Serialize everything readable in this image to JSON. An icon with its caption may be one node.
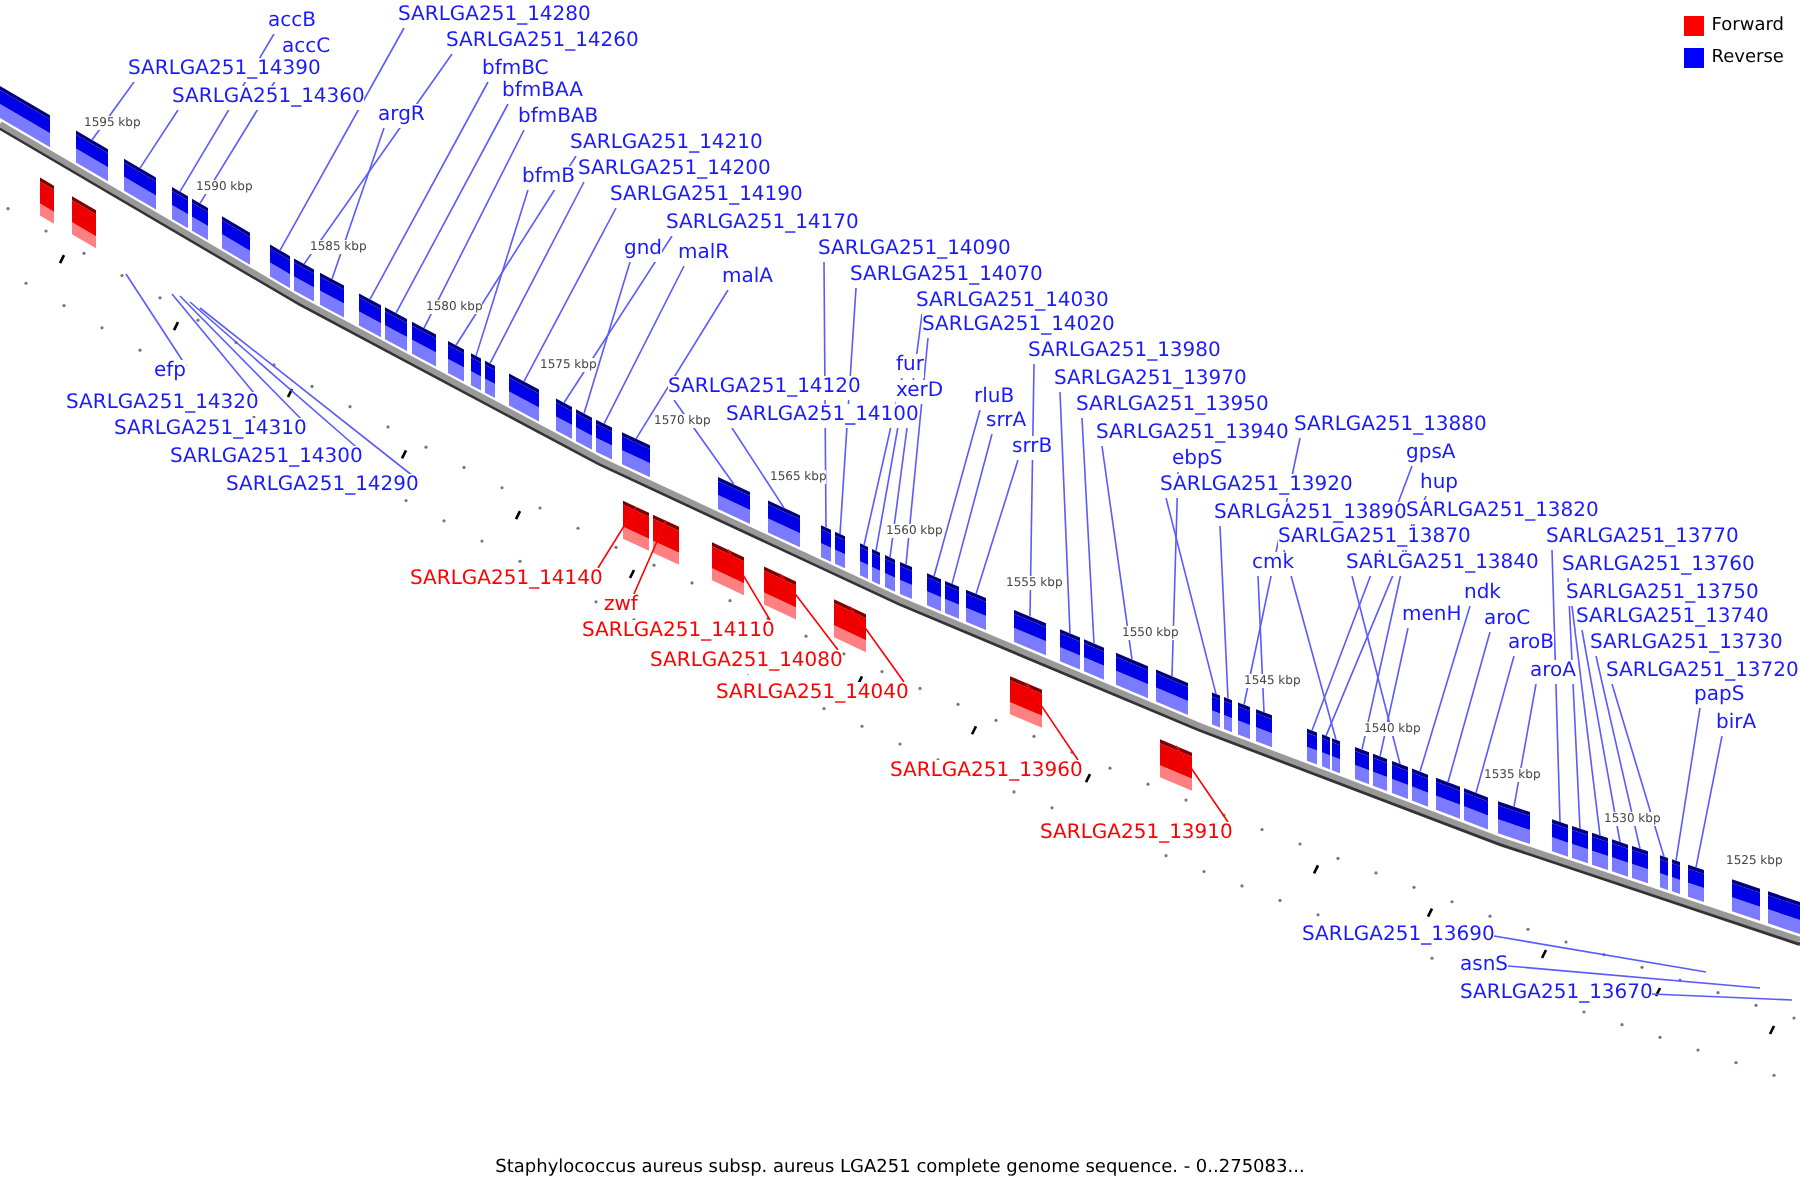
{
  "diagram": {
    "caption": "Staphylococcus aureus subsp. aureus LGA251 complete genome sequence. - 0..275083...",
    "nodes": [
      {
        "text": [
          "accB"
        ]
      },
      {
        "text": [
          "accC"
        ]
      },
      {
        "text": [
          "SARLGA251_14390"
        ]
      },
      {
        "text": [
          "SARLGA251_14360"
        ]
      },
      {
        "text": [
          "SARLGA251_14280"
        ]
      },
      {
        "text": [
          "SARLGA251_14260"
        ]
      },
      {
        "text": [
          "argR"
        ]
      },
      {
        "text": [
          "bfmBC"
        ]
      },
      {
        "text": [
          "bfmBAA"
        ]
      },
      {
        "text": [
          "bfmBAB"
        ]
      },
      {
        "text": [
          "bfmB"
        ]
      },
      {
        "text": [
          "SARLGA251_14210"
        ]
      },
      {
        "text": [
          "SARLGA251_14200"
        ]
      },
      {
        "text": [
          "SARLGA251_14190"
        ]
      },
      {
        "text": [
          "SARLGA251_14170"
        ]
      },
      {
        "text": [
          "gnd"
        ]
      },
      {
        "text": [
          "malR"
        ]
      },
      {
        "text": [
          "malA"
        ]
      },
      {
        "text": [
          "SARLGA251_14120"
        ]
      },
      {
        "text": [
          "SARLGA251_14100"
        ]
      },
      {
        "text": [
          "SARLGA251_14090"
        ]
      },
      {
        "text": [
          "SARLGA251_14070"
        ]
      },
      {
        "text": [
          "SARLGA251_14030"
        ]
      },
      {
        "text": [
          "SARLGA251_14020"
        ]
      },
      {
        "text": [
          "fur"
        ]
      },
      {
        "text": [
          "xerD"
        ]
      },
      {
        "text": [
          "rluB"
        ]
      },
      {
        "text": [
          "srrA"
        ]
      },
      {
        "text": [
          "srrB"
        ]
      },
      {
        "text": [
          "SARLGA251_13980"
        ]
      },
      {
        "text": [
          "SARLGA251_13970"
        ]
      },
      {
        "text": [
          "SARLGA251_13950"
        ]
      },
      {
        "text": [
          "SARLGA251_13940"
        ]
      },
      {
        "text": [
          "ebpS"
        ]
      },
      {
        "text": [
          "SARLGA251_13920"
        ]
      },
      {
        "text": [
          "SARLGA251_13880"
        ]
      },
      {
        "text": [
          "SARLGA251_13890"
        ]
      },
      {
        "text": [
          "cmk"
        ]
      },
      {
        "text": [
          "gpsA"
        ]
      },
      {
        "text": [
          "hup"
        ]
      },
      {
        "text": [
          "SARLGA251_13820"
        ]
      },
      {
        "text": [
          "SARLGA251_13870"
        ]
      },
      {
        "text": [
          "SARLGA251_13840"
        ]
      },
      {
        "text": [
          "ndk"
        ]
      },
      {
        "text": [
          "menH"
        ]
      },
      {
        "text": [
          "aroC"
        ]
      },
      {
        "text": [
          "aroB"
        ]
      },
      {
        "text": [
          "aroA"
        ]
      },
      {
        "text": [
          "SARLGA251_13770"
        ]
      },
      {
        "text": [
          "SARLGA251_13760"
        ]
      },
      {
        "text": [
          "SARLGA251_13750"
        ]
      },
      {
        "text": [
          "SARLGA251_13740"
        ]
      },
      {
        "text": [
          "SARLGA251_13730"
        ]
      },
      {
        "text": [
          "SARLGA251_13720"
        ]
      },
      {
        "text": [
          "papS"
        ]
      },
      {
        "text": [
          "birA"
        ]
      },
      {
        "text": [
          "efp"
        ]
      },
      {
        "text": [
          "SARLGA251_14320"
        ]
      },
      {
        "text": [
          "SARLGA251_14310"
        ]
      },
      {
        "text": [
          "SARLGA251_14300"
        ]
      },
      {
        "text": [
          "SARLGA251_14290"
        ]
      },
      {
        "text": [
          "SARLGA251_13690"
        ]
      },
      {
        "text": [
          "asnS"
        ]
      },
      {
        "text": [
          "SARLGA251_13670"
        ]
      },
      {
        "text": [
          "SARLGA251_14140"
        ]
      },
      {
        "text": [
          "zwf"
        ]
      },
      {
        "text": [
          "SARLGA251_14110"
        ]
      },
      {
        "text": [
          "SARLGA251_14080"
        ]
      },
      {
        "text": [
          "SARLGA251_14040"
        ]
      },
      {
        "text": [
          "SARLGA251_13960"
        ]
      },
      {
        "text": [
          "SARLGA251_13910"
        ]
      },
      {
        "text": [],
        "shape": "box"
      },
      {
        "text": [],
        "shape": "box"
      },
      {
        "text": [],
        "shape": "box"
      },
      {
        "text": [],
        "shape": "box"
      },
      {
        "text": [],
        "shape": "box"
      },
      {
        "text": [],
        "shape": "box"
      },
      {
        "text": [],
        "shape": "box"
      },
      {
        "text": [],
        "shape": "box"
      },
      {
        "text": [],
        "shape": "box"
      },
      {
        "text": [],
        "shape": "box"
      },
      {
        "text": [],
        "shape": "box"
      },
      {
        "text": [],
        "shape": "box"
      },
      {
        "text": [],
        "shape": "box"
      },
      {
        "text": [],
        "shape": "box"
      },
      {
        "text": [],
        "shape": "box"
      },
      {
        "text": [],
        "shape": "box"
      },
      {
        "text": [],
        "shape": "box"
      },
      {
        "text": [],
        "shape": "box"
      },
      {
        "text": [],
        "shape": "box"
      },
      {
        "text": [],
        "shape": "box"
      },
      {
        "text": [],
        "shape": "box"
      },
      {
        "text": [],
        "shape": "box"
      },
      {
        "text": [],
        "shape": "box"
      },
      {
        "text": [],
        "shape": "box"
      },
      {
        "text": [],
        "shape": "box"
      },
      {
        "text": [],
        "shape": "box"
      },
      {
        "text": [],
        "shape": "box"
      },
      {
        "text": [],
        "shape": "box"
      },
      {
        "text": [],
        "shape": "box"
      },
      {
        "text": [],
        "shape": "box"
      },
      {
        "text": [],
        "shape": "box"
      },
      {
        "text": [],
        "shape": "box"
      },
      {
        "text": [],
        "shape": "box"
      },
      {
        "text": [],
        "shape": "box"
      },
      {
        "text": [],
        "shape": "box"
      },
      {
        "text": [],
        "shape": "box"
      },
      {
        "text": [],
        "shape": "box"
      },
      {
        "text": [],
        "shape": "box"
      },
      {
        "text": [],
        "shape": "box"
      },
      {
        "text": [],
        "shape": "box"
      },
      {
        "text": [],
        "shape": "box"
      },
      {
        "text": [],
        "shape": "box"
      },
      {
        "text": [],
        "shape": "box"
      },
      {
        "text": [],
        "shape": "box"
      },
      {
        "text": [],
        "shape": "box"
      },
      {
        "text": [],
        "shape": "box"
      },
      {
        "text": [],
        "shape": "box"
      },
      {
        "text": [],
        "shape": "box"
      },
      {
        "text": [],
        "shape": "box"
      },
      {
        "text": [],
        "shape": "box"
      },
      {
        "text": [],
        "shape": "box"
      },
      {
        "text": [],
        "shape": "box"
      },
      {
        "text": [],
        "shape": "box"
      },
      {
        "text": [],
        "shape": "box"
      },
      {
        "text": [],
        "shape": "box"
      },
      {
        "text": [],
        "shape": "box"
      },
      {
        "text": [],
        "shape": "box"
      },
      {
        "text": [],
        "shape": "box"
      },
      {
        "text": [],
        "shape": "box"
      },
      {
        "text": [],
        "shape": "box"
      },
      {
        "text": [],
        "shape": "box"
      },
      {
        "text": [],
        "shape": "box"
      },
      {
        "text": [],
        "shape": "box"
      },
      {
        "text": [],
        "shape": "box"
      },
      {
        "text": [],
        "shape": "box"
      },
      {
        "text": [],
        "shape": "box"
      },
      {
        "text": [],
        "shape": "box"
      },
      {
        "text": [],
        "shape": "box"
      },
      {
        "text": [],
        "shape": "box"
      }
    ],
    "edges": [
      {
        "from": 0,
        "to": 73,
        "arrow": "none"
      },
      {
        "from": 1,
        "to": 74,
        "arrow": "none"
      },
      {
        "from": 2,
        "to": 71,
        "arrow": "none"
      },
      {
        "from": 3,
        "to": 72,
        "arrow": "none"
      },
      {
        "from": 4,
        "to": 75,
        "arrow": "none"
      },
      {
        "from": 5,
        "to": 76,
        "arrow": "none"
      },
      {
        "from": 6,
        "to": 77,
        "arrow": "none"
      },
      {
        "from": 7,
        "to": 78,
        "arrow": "none"
      },
      {
        "from": 8,
        "to": 79,
        "arrow": "none"
      },
      {
        "from": 9,
        "to": 80,
        "arrow": "none"
      },
      {
        "from": 10,
        "to": 82,
        "arrow": "none"
      },
      {
        "from": 11,
        "to": 81,
        "arrow": "none"
      },
      {
        "from": 12,
        "to": 83,
        "arrow": "none"
      },
      {
        "from": 13,
        "to": 84,
        "arrow": "none"
      },
      {
        "from": 14,
        "to": 85,
        "arrow": "none"
      },
      {
        "from": 15,
        "to": 86,
        "arrow": "none"
      },
      {
        "from": 16,
        "to": 87,
        "arrow": "none"
      },
      {
        "from": 17,
        "to": 88,
        "arrow": "none"
      },
      {
        "from": 18,
        "to": 92,
        "arrow": "none"
      },
      {
        "from": 19,
        "to": 94,
        "arrow": "none"
      },
      {
        "from": 20,
        "to": 95,
        "arrow": "none"
      },
      {
        "from": 21,
        "to": 96,
        "arrow": "none"
      },
      {
        "from": 22,
        "to": 100,
        "arrow": "none"
      },
      {
        "from": 23,
        "to": 101,
        "arrow": "none"
      },
      {
        "from": 24,
        "to": 98,
        "arrow": "none"
      },
      {
        "from": 25,
        "to": 99,
        "arrow": "none"
      },
      {
        "from": 26,
        "to": 102,
        "arrow": "none"
      },
      {
        "from": 27,
        "to": 103,
        "arrow": "none"
      },
      {
        "from": 28,
        "to": 104,
        "arrow": "none"
      },
      {
        "from": 29,
        "to": 106,
        "arrow": "none"
      },
      {
        "from": 30,
        "to": 107,
        "arrow": "none"
      },
      {
        "from": 31,
        "to": 108,
        "arrow": "none"
      },
      {
        "from": 32,
        "to": 109,
        "arrow": "none"
      },
      {
        "from": 33,
        "to": 110,
        "arrow": "none"
      },
      {
        "from": 34,
        "to": 112,
        "arrow": "none"
      },
      {
        "from": 35,
        "to": 114,
        "arrow": "none"
      },
      {
        "from": 36,
        "to": 113,
        "arrow": "none"
      },
      {
        "from": 37,
        "to": 115,
        "arrow": "none"
      },
      {
        "from": 38,
        "to": 116,
        "arrow": "none"
      },
      {
        "from": 39,
        "to": 117,
        "arrow": "none"
      },
      {
        "from": 40,
        "to": 119,
        "arrow": "none"
      },
      {
        "from": 41,
        "to": 118,
        "arrow": "none"
      },
      {
        "from": 42,
        "to": 121,
        "arrow": "none"
      },
      {
        "from": 43,
        "to": 122,
        "arrow": "none"
      },
      {
        "from": 44,
        "to": 120,
        "arrow": "none"
      },
      {
        "from": 45,
        "to": 123,
        "arrow": "none"
      },
      {
        "from": 46,
        "to": 124,
        "arrow": "none"
      },
      {
        "from": 47,
        "to": 125,
        "arrow": "none"
      },
      {
        "from": 48,
        "to": 126,
        "arrow": "none"
      },
      {
        "from": 49,
        "to": 127,
        "arrow": "none"
      },
      {
        "from": 50,
        "to": 128,
        "arrow": "none"
      },
      {
        "from": 51,
        "to": 129,
        "arrow": "none"
      },
      {
        "from": 52,
        "to": 130,
        "arrow": "none"
      },
      {
        "from": 53,
        "to": 131,
        "arrow": "none"
      },
      {
        "from": 54,
        "to": 132,
        "arrow": "none"
      },
      {
        "from": 55,
        "to": 133,
        "arrow": "none"
      },
      {
        "from": 56,
        "to": null,
        "arrow": "none"
      },
      {
        "from": 57,
        "to": null,
        "arrow": "none"
      },
      {
        "from": 58,
        "to": null,
        "arrow": "none"
      },
      {
        "from": 59,
        "to": null,
        "arrow": "none"
      },
      {
        "from": 60,
        "to": null,
        "arrow": "none"
      },
      {
        "from": 61,
        "to": null,
        "arrow": "none"
      },
      {
        "from": 62,
        "to": null,
        "arrow": "none"
      },
      {
        "from": 63,
        "to": null,
        "arrow": "none"
      },
      {
        "from": 64,
        "to": 89,
        "arrow": "none",
        "color": "#ff0000"
      },
      {
        "from": 65,
        "to": 90,
        "arrow": "none",
        "color": "#ff0000"
      },
      {
        "from": 66,
        "to": 91,
        "arrow": "none",
        "color": "#ff0000"
      },
      {
        "from": 67,
        "to": 93,
        "arrow": "none",
        "color": "#ff0000"
      },
      {
        "from": 68,
        "to": 97,
        "arrow": "none",
        "color": "#ff0000"
      },
      {
        "from": 69,
        "to": 105,
        "arrow": "none",
        "color": "#ff0000"
      },
      {
        "from": 70,
        "to": 111,
        "arrow": "none",
        "color": "#ff0000"
      }
    ],
    "labels": [
      "1595 kbp",
      "1590 kbp",
      "1585 kbp",
      "1580 kbp",
      "1575 kbp",
      "1570 kbp",
      "1565 kbp",
      "1560 kbp",
      "1555 kbp",
      "1550 kbp",
      "1545 kbp",
      "1540 kbp",
      "1535 kbp",
      "1530 kbp",
      "1525 kbp"
    ],
    "legend": [
      {
        "text": "Forward",
        "color": "#ff0000"
      },
      {
        "text": "Reverse",
        "color": "#0000ff"
      }
    ]
  }
}
